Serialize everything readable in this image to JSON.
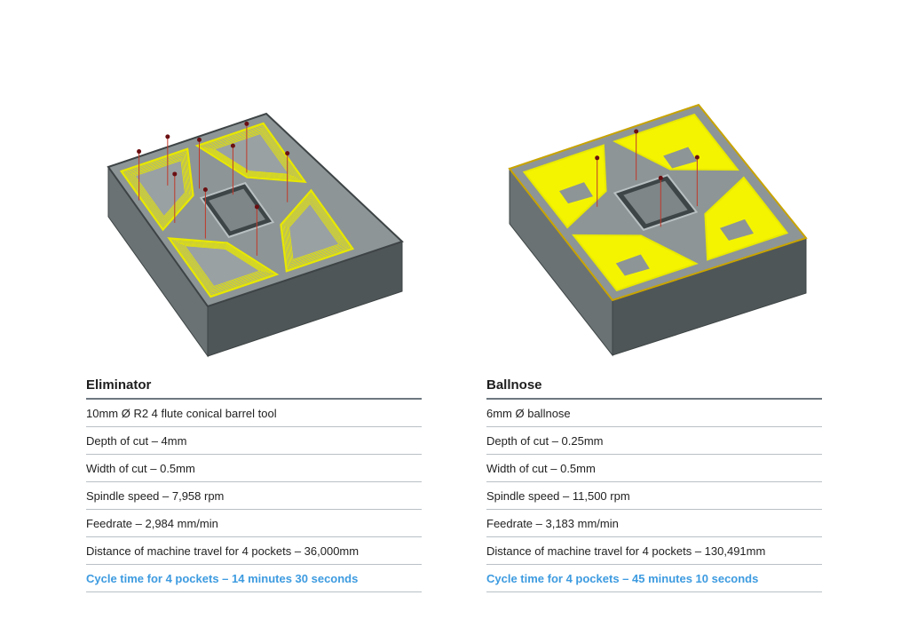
{
  "colors": {
    "highlight": "#3d9be0",
    "pocket": "#f4f400",
    "block": "#5d6566",
    "toolpath": "#c0392b"
  },
  "columns": [
    {
      "title": "Eliminator",
      "rows": [
        "10mm Ø R2 4 flute conical barrel tool",
        "Depth of cut – 4mm",
        "Width of cut – 0.5mm",
        "Spindle speed – 7,958 rpm",
        "Feedrate – 2,984 mm/min",
        "Distance of machine travel for 4 pockets – 36,000mm"
      ],
      "highlight": "Cycle time for 4 pockets – 14 minutes 30 seconds"
    },
    {
      "title": "Ballnose",
      "rows": [
        "6mm Ø ballnose",
        "Depth of cut – 0.25mm",
        "Width of cut – 0.5mm",
        "Spindle speed – 11,500 rpm",
        "Feedrate – 3,183 mm/min",
        "Distance of machine travel for 4 pockets – 130,491mm"
      ],
      "highlight": "Cycle time for 4 pockets – 45 minutes 10 seconds"
    }
  ]
}
